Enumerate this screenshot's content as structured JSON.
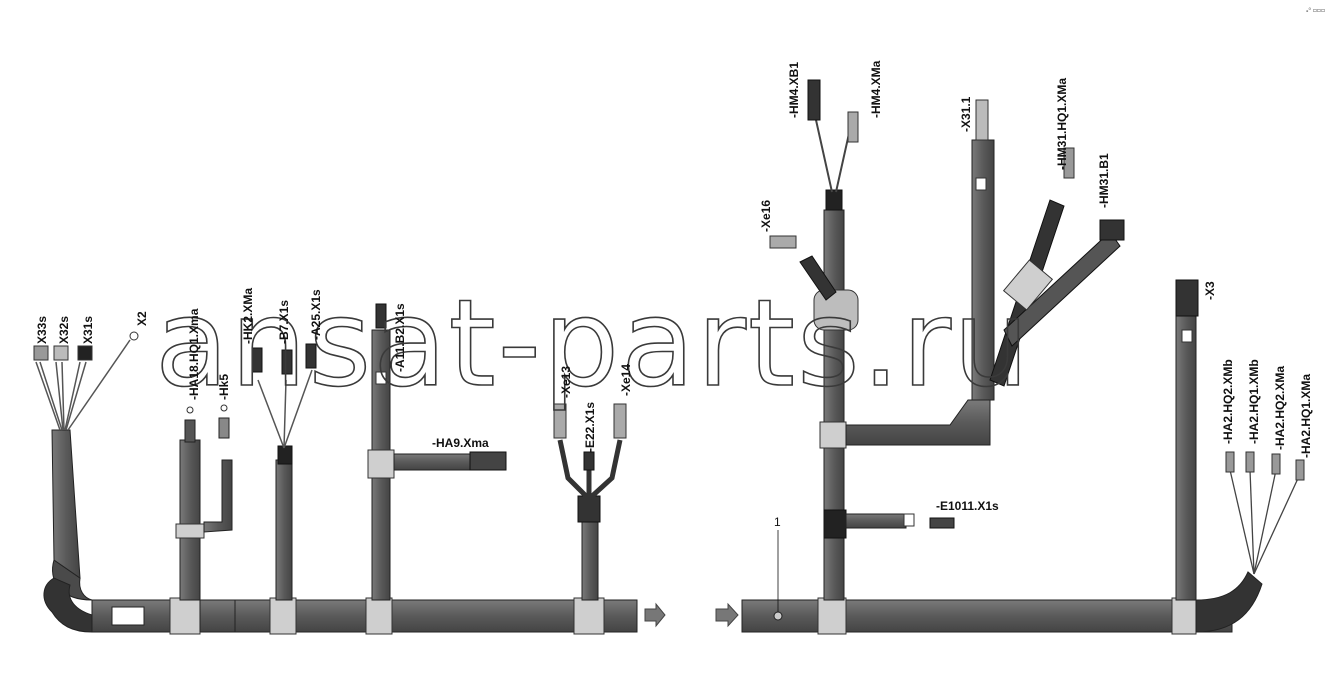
{
  "watermark": "ansat-parts.ru",
  "corner_mark": "ₔ⁰ ▫▫▫",
  "item_number": "1",
  "labels": {
    "x33s": "X33s",
    "x32s": "X32s",
    "x31s": "X31s",
    "x2": "X2",
    "ha18_hq1_xma": "-HA18.HQ1.Xma",
    "hk5": "-Hk5",
    "hk2_xma": "-HK2.XMa",
    "b7_x1s": "-B7.X1s",
    "a25_x1s": "-A25.X1s",
    "a11_b2_x1s": "-A11.B2.X1s",
    "ha9_xma": "-HA9.Xma",
    "xe13": "-Xe13",
    "e22_x1s": "-E22.X1s",
    "xe14": "-Xe14",
    "hm4_xb1": "-HM4.XB1",
    "hm4_xma": "-HM4.XMa",
    "xe16": "-Xe16",
    "x31_1": "-X31.1",
    "hm31_hq1_xma": "-HM31.HQ1.XMa",
    "hm31_b1": "-HM31.B1",
    "x3": "-X3",
    "e1011_x1s": "-E1011.X1s",
    "ha2_hq2_xmb": "-HA2.HQ2.XMb",
    "ha2_hq1_xmb": "-HA2.HQ1.XMb",
    "ha2_hq2_xma": "-HA2.HQ2.XMa",
    "ha2_hq1_xma": "-HA2.HQ1.XMa"
  }
}
